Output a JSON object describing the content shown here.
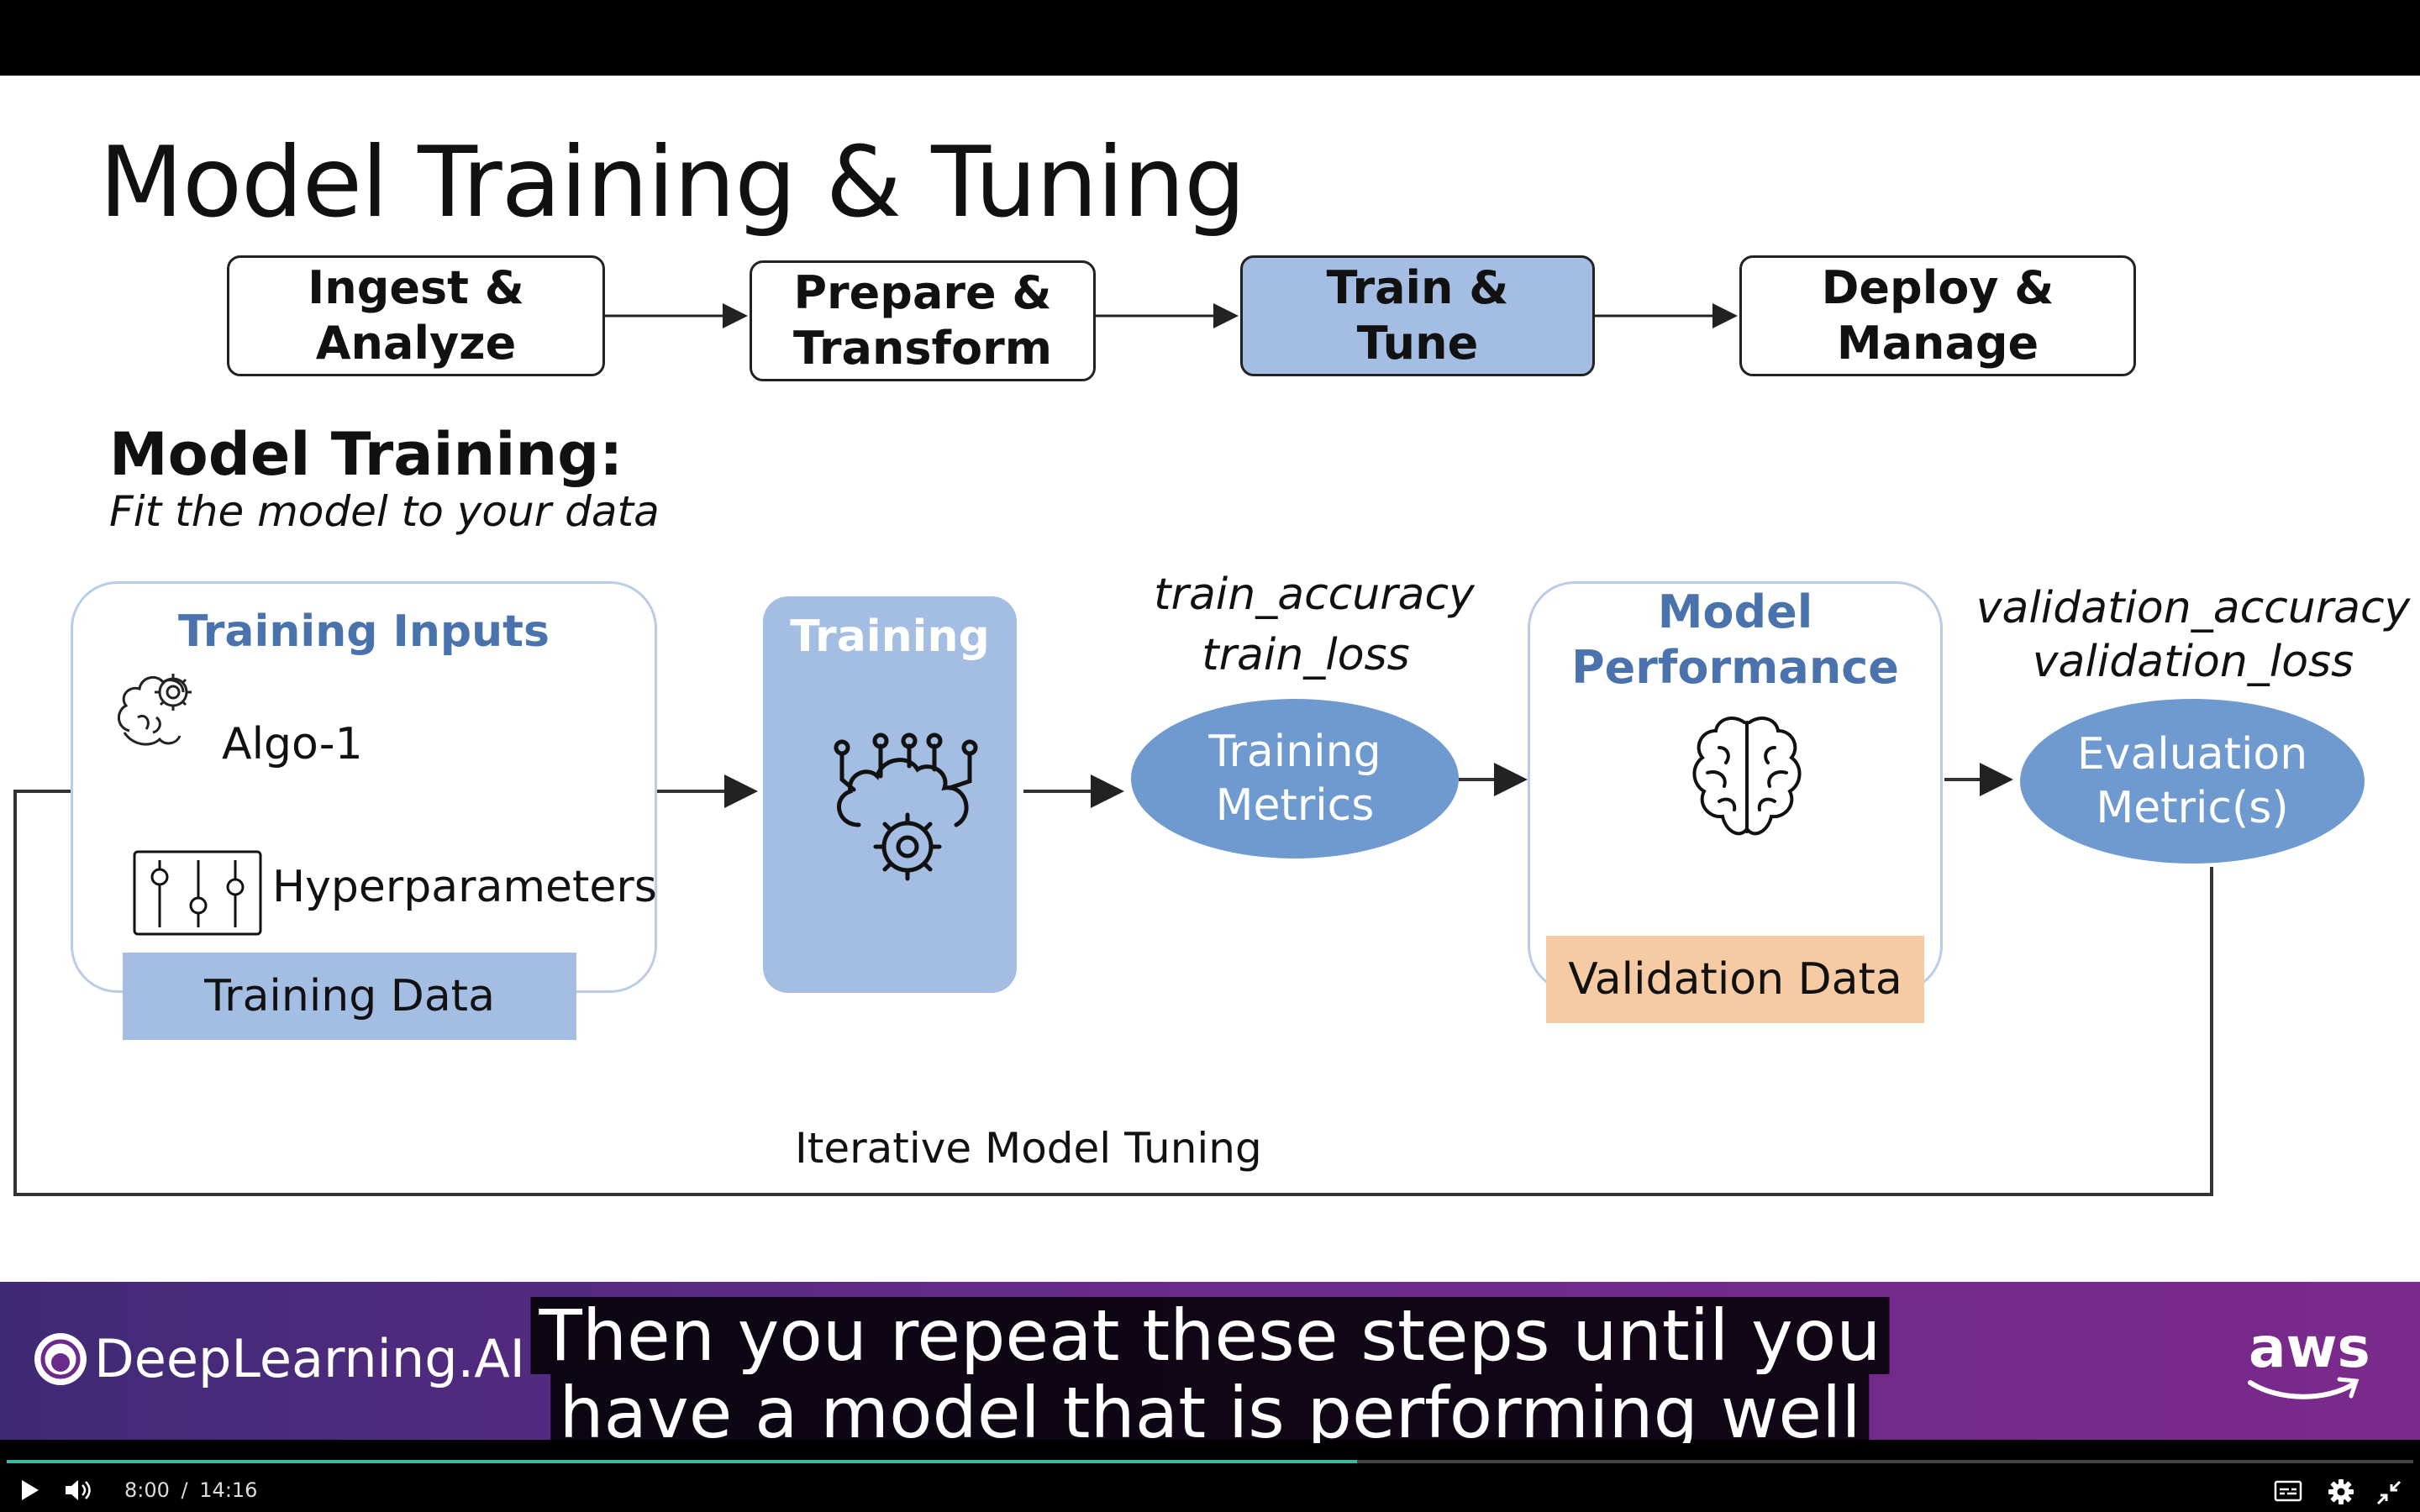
{
  "slide": {
    "title": "Model Training & Tuning",
    "pipeline": [
      {
        "line1": "Ingest &",
        "line2": "Analyze"
      },
      {
        "line1": "Prepare &",
        "line2": "Transform"
      },
      {
        "line1": "Train &",
        "line2": "Tune"
      },
      {
        "line1": "Deploy &",
        "line2": "Manage"
      }
    ],
    "section_heading": "Model Training:",
    "section_subheading": "Fit the model to your data",
    "training_inputs": {
      "title": "Training Inputs",
      "algo": "Algo-1",
      "hyperparameters": "Hyperparameters",
      "training_data": "Training Data"
    },
    "training_box": "Training",
    "train_metrics_names": {
      "line1": "train_accuracy",
      "line2": "train_loss"
    },
    "training_metrics": {
      "line1": "Training",
      "line2": "Metrics"
    },
    "model_performance": {
      "line1": "Model",
      "line2": "Performance",
      "validation_data": "Validation Data"
    },
    "validation_metrics_names": {
      "line1": "validation_accuracy",
      "line2": "validation_loss"
    },
    "evaluation_metrics": {
      "line1": "Evaluation",
      "line2": "Metric(s)"
    },
    "loop_label": "Iterative Model Tuning"
  },
  "branding": {
    "left_logo": "DeepLearning.AI",
    "right_logo": "aws"
  },
  "caption": {
    "line1": "Then you repeat these steps until you",
    "line2": "have a model that is performing well"
  },
  "player": {
    "current_time": "8:00",
    "separator": "/",
    "duration": "14:16",
    "progress": 0.561
  },
  "colors": {
    "accent_blue": "#a3bde3",
    "ellipse_blue": "#6f9ad0",
    "validation_orange": "#f6cba3",
    "label_blue": "#4a73ad"
  }
}
